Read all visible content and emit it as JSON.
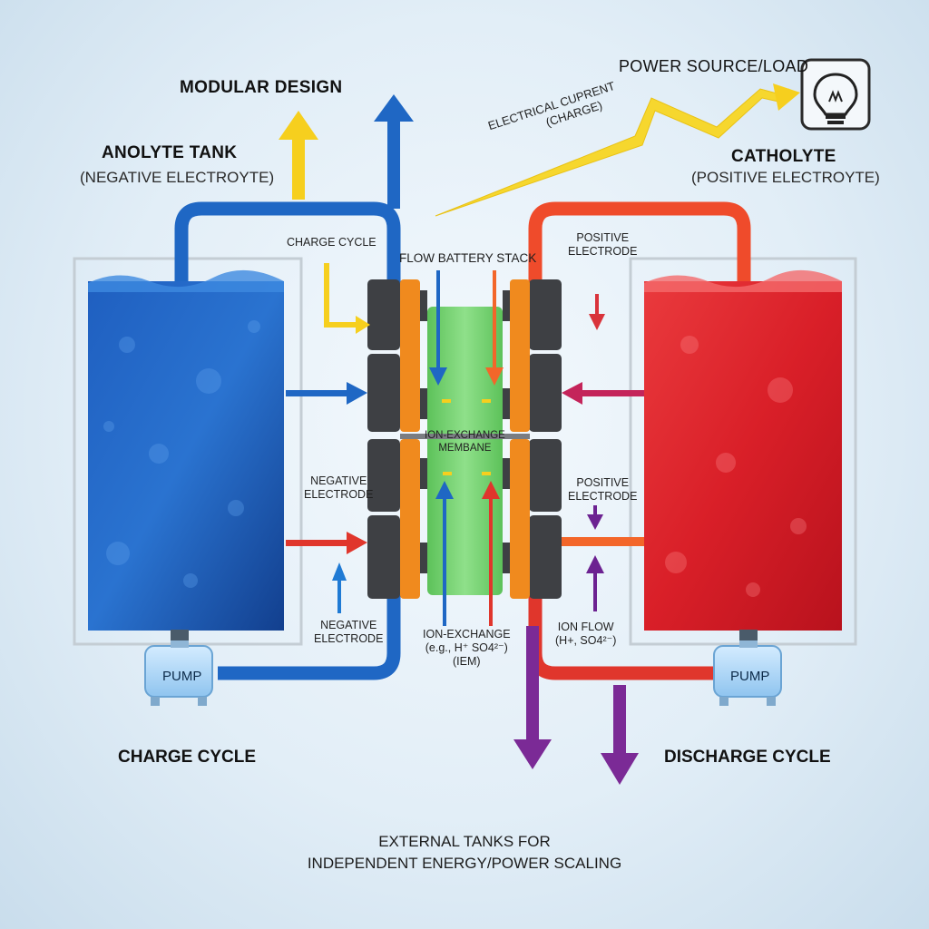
{
  "labels": {
    "modular_design": "MODULAR DESIGN",
    "power_source": "POWER SOURCE/LOAD",
    "electrical_current_line1": "ELECTRICAL CUPRENT",
    "electrical_current_line2": "(CHARGE)",
    "anolyte_title": "ANOLYTE TANK",
    "anolyte_sub": "(NEGATIVE ELECTROYTE)",
    "catholyte_title": "CATHOLYTE",
    "catholyte_sub": "(POSITIVE ELECTROYTE)",
    "charge_cycle_top": "CHARGE CYCLE",
    "flow_battery_stack": "FLOW BATTERY STACK",
    "positive_electrode_top_line1": "POSITIVE",
    "positive_electrode_top_line2": "ELECTRODE",
    "membrane_line1": "ION-EXCHANGE",
    "membrane_line2": "MEMBANE",
    "negative_electrode_mid_line1": "NEGATIVE",
    "negative_electrode_mid_line2": "ELECTRODE",
    "positive_electrode_mid_line1": "POSITIVE",
    "positive_electrode_mid_line2": "ELECTRODE",
    "negative_electrode_low_line1": "NEGATIVE",
    "negative_electrode_low_line2": "ELECTRODE",
    "ion_exchange_line1": "ION-EXCHANGE",
    "ion_exchange_line2": "(e.g., H⁺ SO4²⁻)",
    "ion_exchange_line3": "(IEM)",
    "ion_flow_line1": "ION FLOW",
    "ion_flow_line2": "(H+, SO4²⁻)",
    "pump_left": "PUMP",
    "pump_right": "PUMP",
    "charge_cycle_bottom": "CHARGE CYCLE",
    "discharge_cycle": "DISCHARGE CYCLE",
    "bottom_line1": "EXTERNAL TANKS FOR",
    "bottom_line2": "INDEPENDENT ENERGY/POWER SCALING"
  },
  "icons": {
    "bulb": "light-bulb-icon"
  },
  "colors": {
    "anolyte": "#1a56b0",
    "catholyte": "#e0242c",
    "pipe_blue": "#1f67c4",
    "pipe_red": "#e0362c",
    "pipe_orange": "#f3662a",
    "arrow_yellow": "#f6cf1e",
    "arrow_purple": "#6c2291",
    "electrode_orange": "#f08a1e",
    "membrane_green": "#6fcf6a",
    "stack_frame": "#3e4044"
  }
}
